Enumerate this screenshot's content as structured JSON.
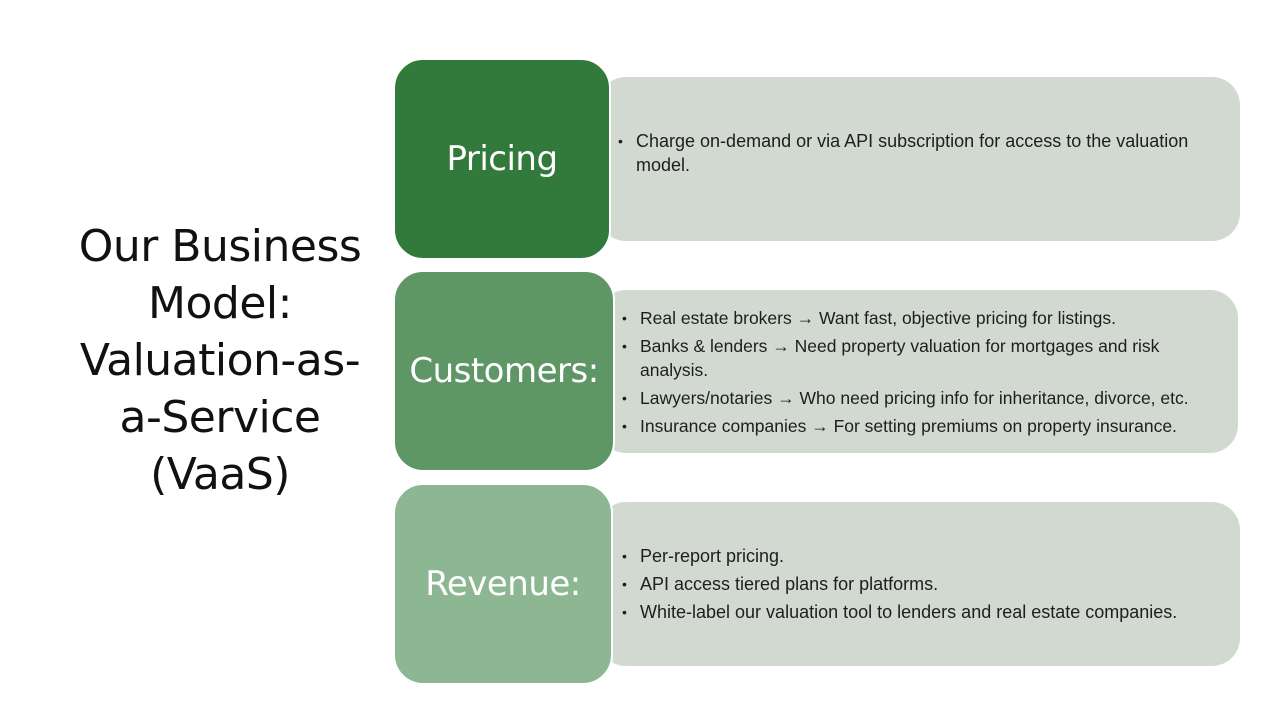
{
  "title_lines": [
    "Our Business",
    "Model:",
    "Valuation-as-",
    "a-Service",
    "(VaaS)"
  ],
  "sections": [
    {
      "label": "Pricing",
      "bullets": [
        "Charge on-demand or via API subscription for access to the valuation model."
      ]
    },
    {
      "label": "Customers:",
      "bullets": [
        "Real estate brokers → Want fast, objective pricing for listings.",
        "Banks & lenders → Need property valuation for mortgages and risk analysis.",
        "Lawyers/notaries → Who need pricing info for inheritance, divorce, etc.",
        "Insurance companies → For setting premiums on property insurance."
      ]
    },
    {
      "label": "Revenue:",
      "bullets": [
        "Per-report pricing.",
        "API access tiered plans for platforms.",
        "White-label our valuation tool to lenders and real estate companies."
      ]
    }
  ],
  "colors": {
    "pricing_tile": "#317a3b",
    "customers_tile": "#5f9665",
    "revenue_tile": "#8db792",
    "panel": "#d1d9d1"
  }
}
